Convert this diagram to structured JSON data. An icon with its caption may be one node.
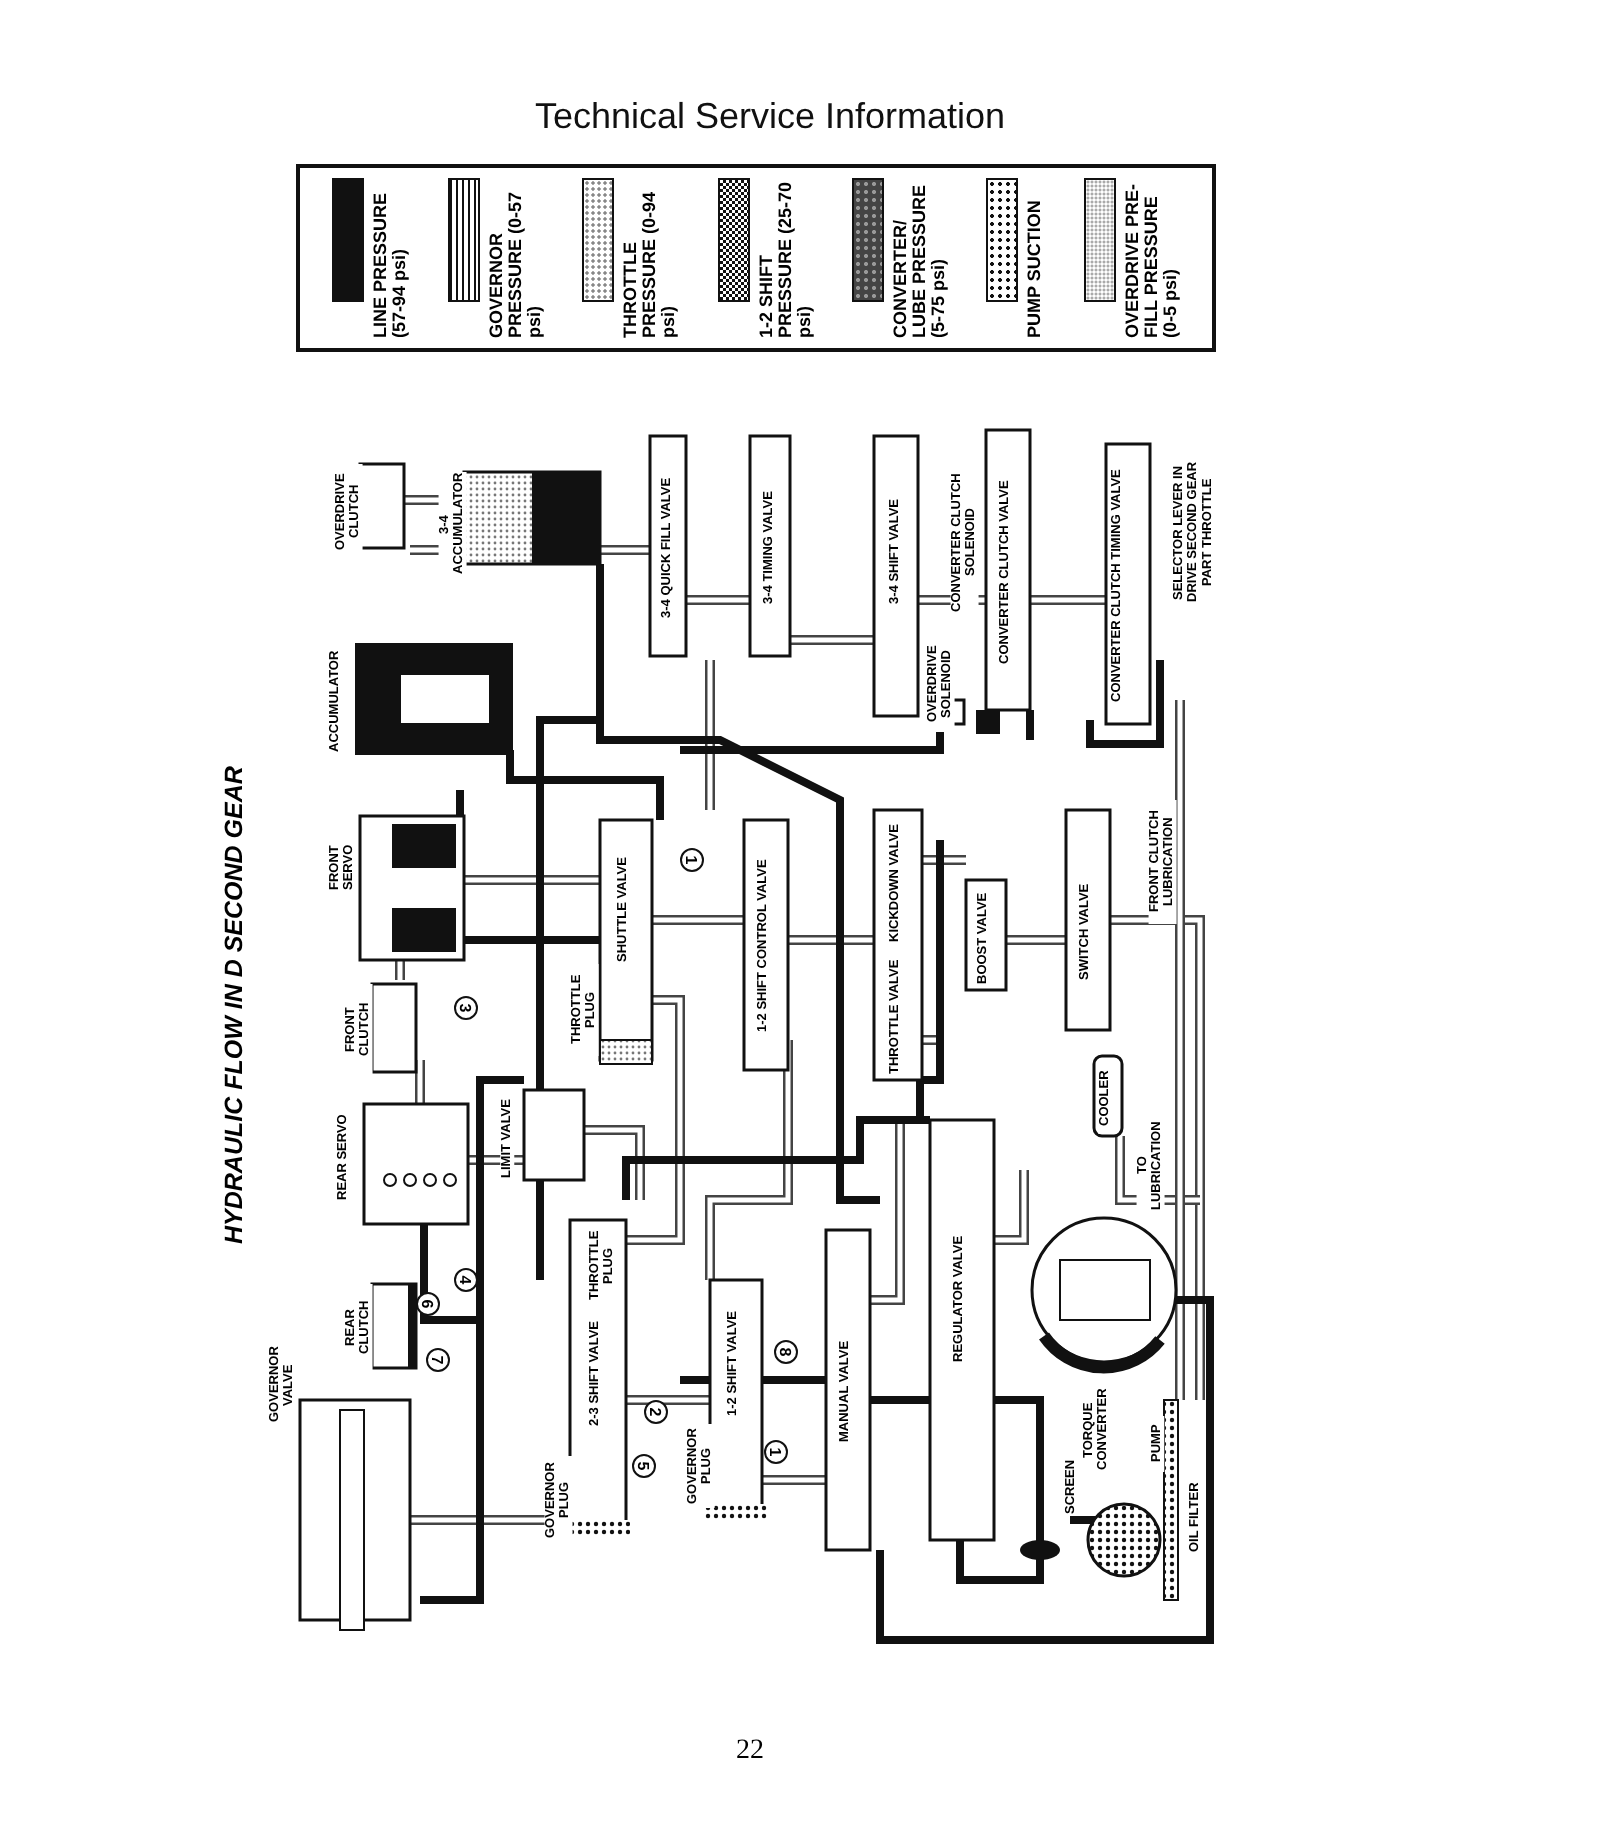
{
  "diagram": {
    "title": "HYDRAULIC FLOW IN D SECOND GEAR",
    "labels": [
      "Technical Service Information",
      "OVERDRIVE CLUTCH",
      "3-4 ACCUMULATOR",
      "3-4 QUICK FILL VALVE",
      "3-4 TIMING VALVE",
      "3-4 SHIFT VALVE",
      "CONVERTER CLUTCH SOLENOID",
      "CONVERTER CLUTCH VALVE",
      "CONVERTER CLUTCH TIMING VALVE",
      "SELECTOR LEVER IN DRIVE SECOND GEAR PART THROTTLE",
      "ACCUMULATOR",
      "OVERDRIVE SOLENOID",
      "FRONT SERVO",
      "SHUTTLE VALVE",
      "1",
      "1-2 SHIFT CONTROL VALVE",
      "KICKDOWN VALVE",
      "SWITCH VALVE",
      "FRONT CLUTCH LUBRICATION",
      "FRONT CLUTCH",
      "3",
      "THROTTLE PLUG",
      "THROTTLE VALVE",
      "BOOST VALVE",
      "REAR SERVO",
      "LIMIT VALVE",
      "COOLER",
      "TO LUBRICATION",
      "GOVERNOR VALVE",
      "REAR CLUTCH",
      "6",
      "7",
      "4",
      "THROTTLE PLUG",
      "2-3 SHIFT VALVE",
      "1-2 SHIFT VALVE",
      "8",
      "MANUAL VALVE",
      "REGULATOR VALVE",
      "GOVERNOR PLUG",
      "5",
      "2",
      "GOVERNOR PLUG",
      "1",
      "SCREEN",
      "TORQUE CONVERTER",
      "PUMP",
      "OIL FILTER",
      "22"
    ],
    "legend": [
      {
        "text": "LINE PRESSURE (57-94 psi)",
        "color": "#111111"
      },
      {
        "text": "GOVERNOR PRESSURE (0-57 psi)"
      },
      {
        "text": "THROTTLE PRESSURE (0-94 psi)"
      },
      {
        "text": "1-2 SHIFT PRESSURE (25-70 psi)"
      },
      {
        "text": "CONVERTER/ LUBE PRESSURE (5-75 psi)"
      },
      {
        "text": "PUMP SUCTION"
      },
      {
        "text": "OVERDRIVE PRE-FILL PRESSURE (0-5 psi)"
      }
    ]
  }
}
